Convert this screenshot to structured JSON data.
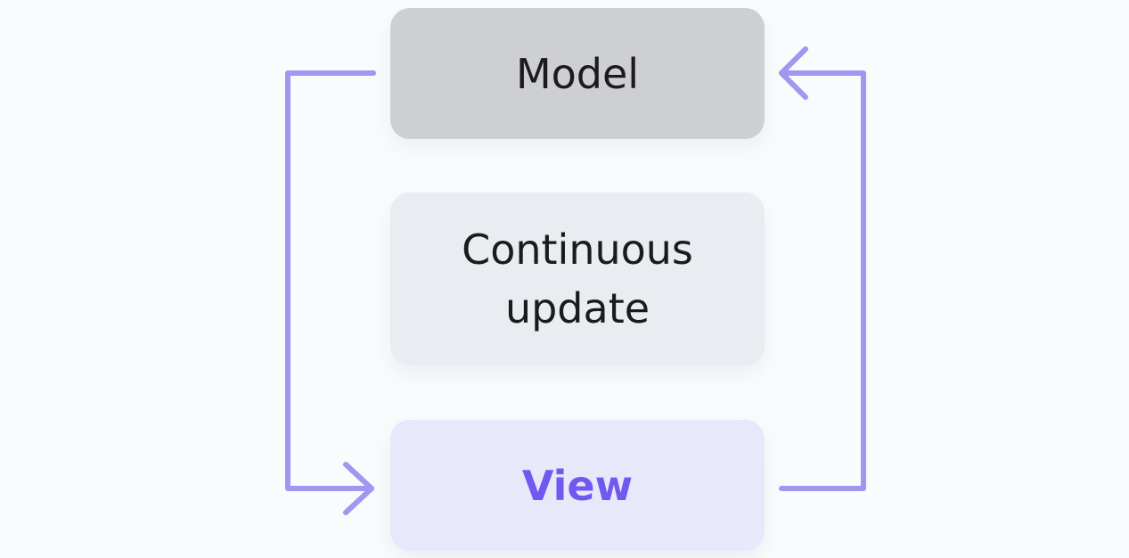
{
  "nodes": {
    "model": {
      "label": "Model",
      "bg": "#cdcfd3"
    },
    "update": {
      "label": "Continuous update",
      "bg": "#e9ecf0"
    },
    "view": {
      "label": "View",
      "bg": "#e8e8fb",
      "text_color": "#7159ef"
    }
  },
  "edges": [
    {
      "from": "model",
      "to": "view",
      "side": "left"
    },
    {
      "from": "view",
      "to": "model",
      "side": "right"
    }
  ],
  "colors": {
    "arrow": "#a196f1",
    "background": "#f8fcfd"
  }
}
